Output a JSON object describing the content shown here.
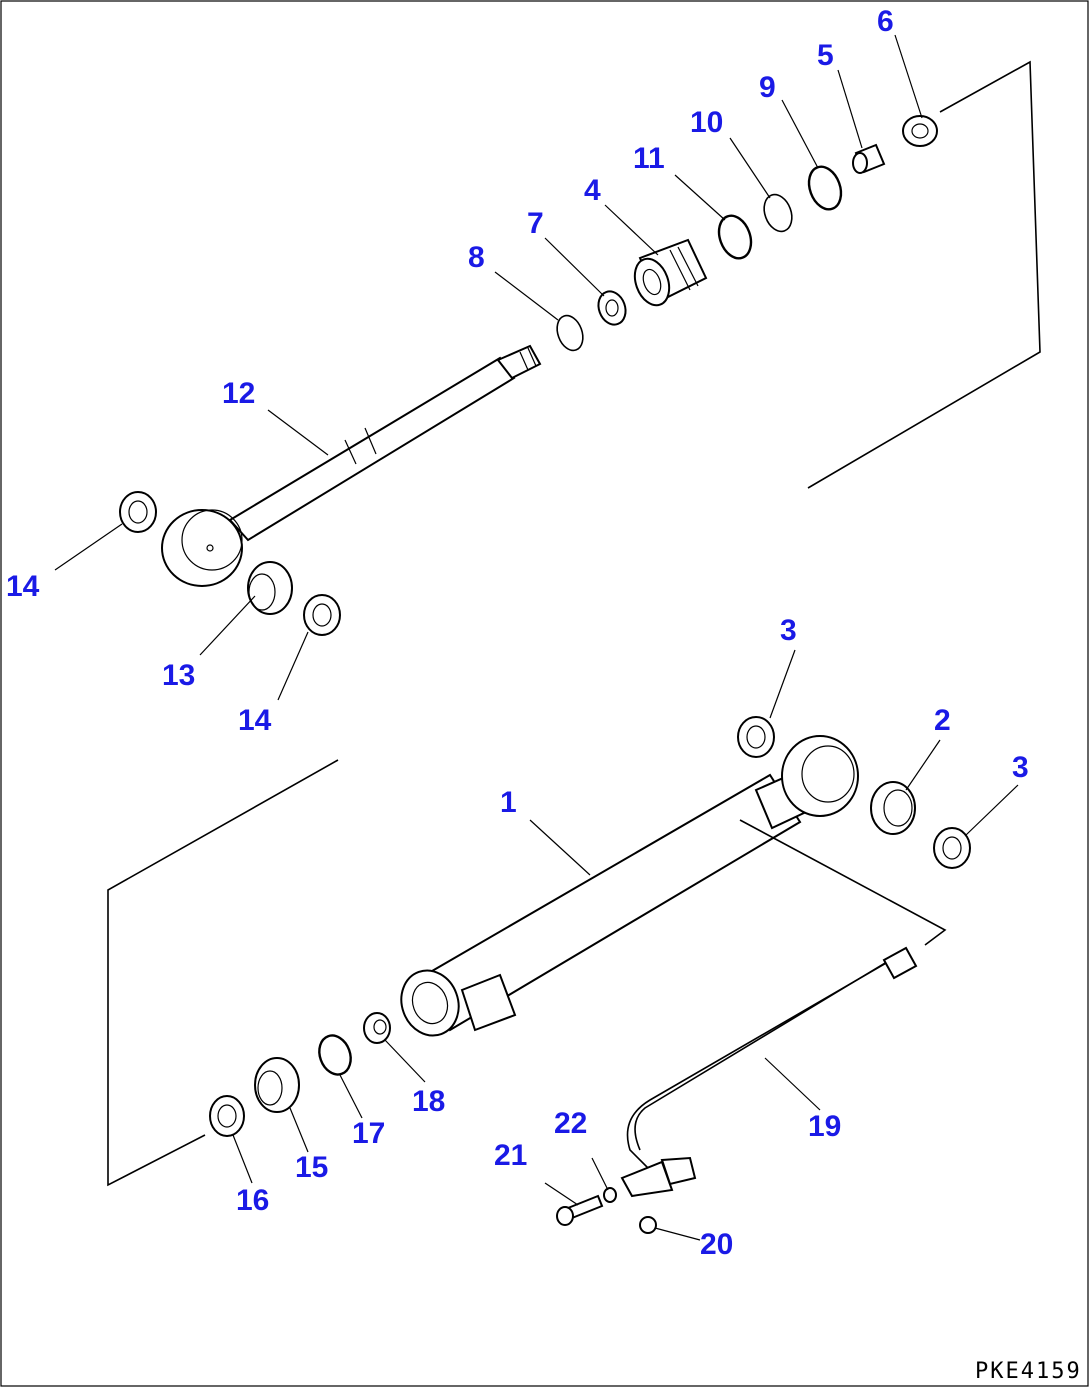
{
  "drawing_code": "PKE4159",
  "callouts": [
    {
      "id": "c1",
      "text": "1"
    },
    {
      "id": "c2",
      "text": "2"
    },
    {
      "id": "c3a",
      "text": "3"
    },
    {
      "id": "c3b",
      "text": "3"
    },
    {
      "id": "c4",
      "text": "4"
    },
    {
      "id": "c5",
      "text": "5"
    },
    {
      "id": "c6",
      "text": "6"
    },
    {
      "id": "c7",
      "text": "7"
    },
    {
      "id": "c8",
      "text": "8"
    },
    {
      "id": "c9",
      "text": "9"
    },
    {
      "id": "c10",
      "text": "10"
    },
    {
      "id": "c11",
      "text": "11"
    },
    {
      "id": "c12",
      "text": "12"
    },
    {
      "id": "c13",
      "text": "13"
    },
    {
      "id": "c14a",
      "text": "14"
    },
    {
      "id": "c14b",
      "text": "14"
    },
    {
      "id": "c15",
      "text": "15"
    },
    {
      "id": "c16",
      "text": "16"
    },
    {
      "id": "c17",
      "text": "17"
    },
    {
      "id": "c18",
      "text": "18"
    },
    {
      "id": "c19",
      "text": "19"
    },
    {
      "id": "c20",
      "text": "20"
    },
    {
      "id": "c21",
      "text": "21"
    },
    {
      "id": "c22",
      "text": "22"
    }
  ],
  "colors": {
    "callout": "#1a1ae6",
    "lines": "#000000",
    "background": "#ffffff"
  }
}
